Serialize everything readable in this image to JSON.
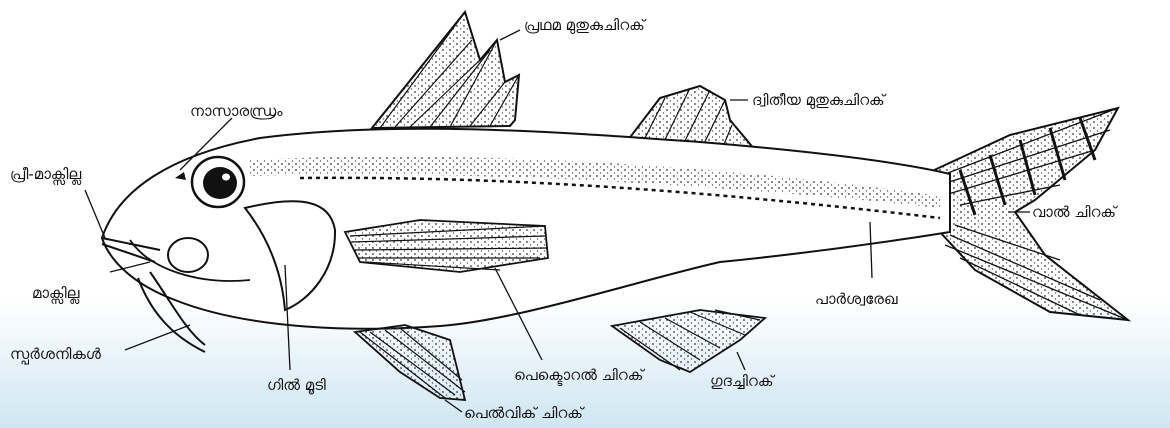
{
  "labels": {
    "dorsal1": "പ്രഥമ മുതുകുചിറക്",
    "dorsal2": "ദ്വിതീയ മുതുകുചിറക്",
    "nostril": "നാസാരന്ധ്രം",
    "premaxilla": "പ്രീ-മാക്സില്ല",
    "tail": "വാൽ ചിറക്",
    "maxilla": "മാക്സില്ല",
    "lateral_line": "പാർശ്വരേഖ",
    "barbels": "സ്പർശനികൾ",
    "gill_cover": "ഗിൽ മൂടി",
    "pectoral": "പെക്ടൊറൽ ചിറക്",
    "anal": "ഗുദച്ചിറക്",
    "pelvic": "പെൽവിക് ചിറക്"
  },
  "colors": {
    "line": "#111111",
    "water": "#cfe6f2"
  }
}
